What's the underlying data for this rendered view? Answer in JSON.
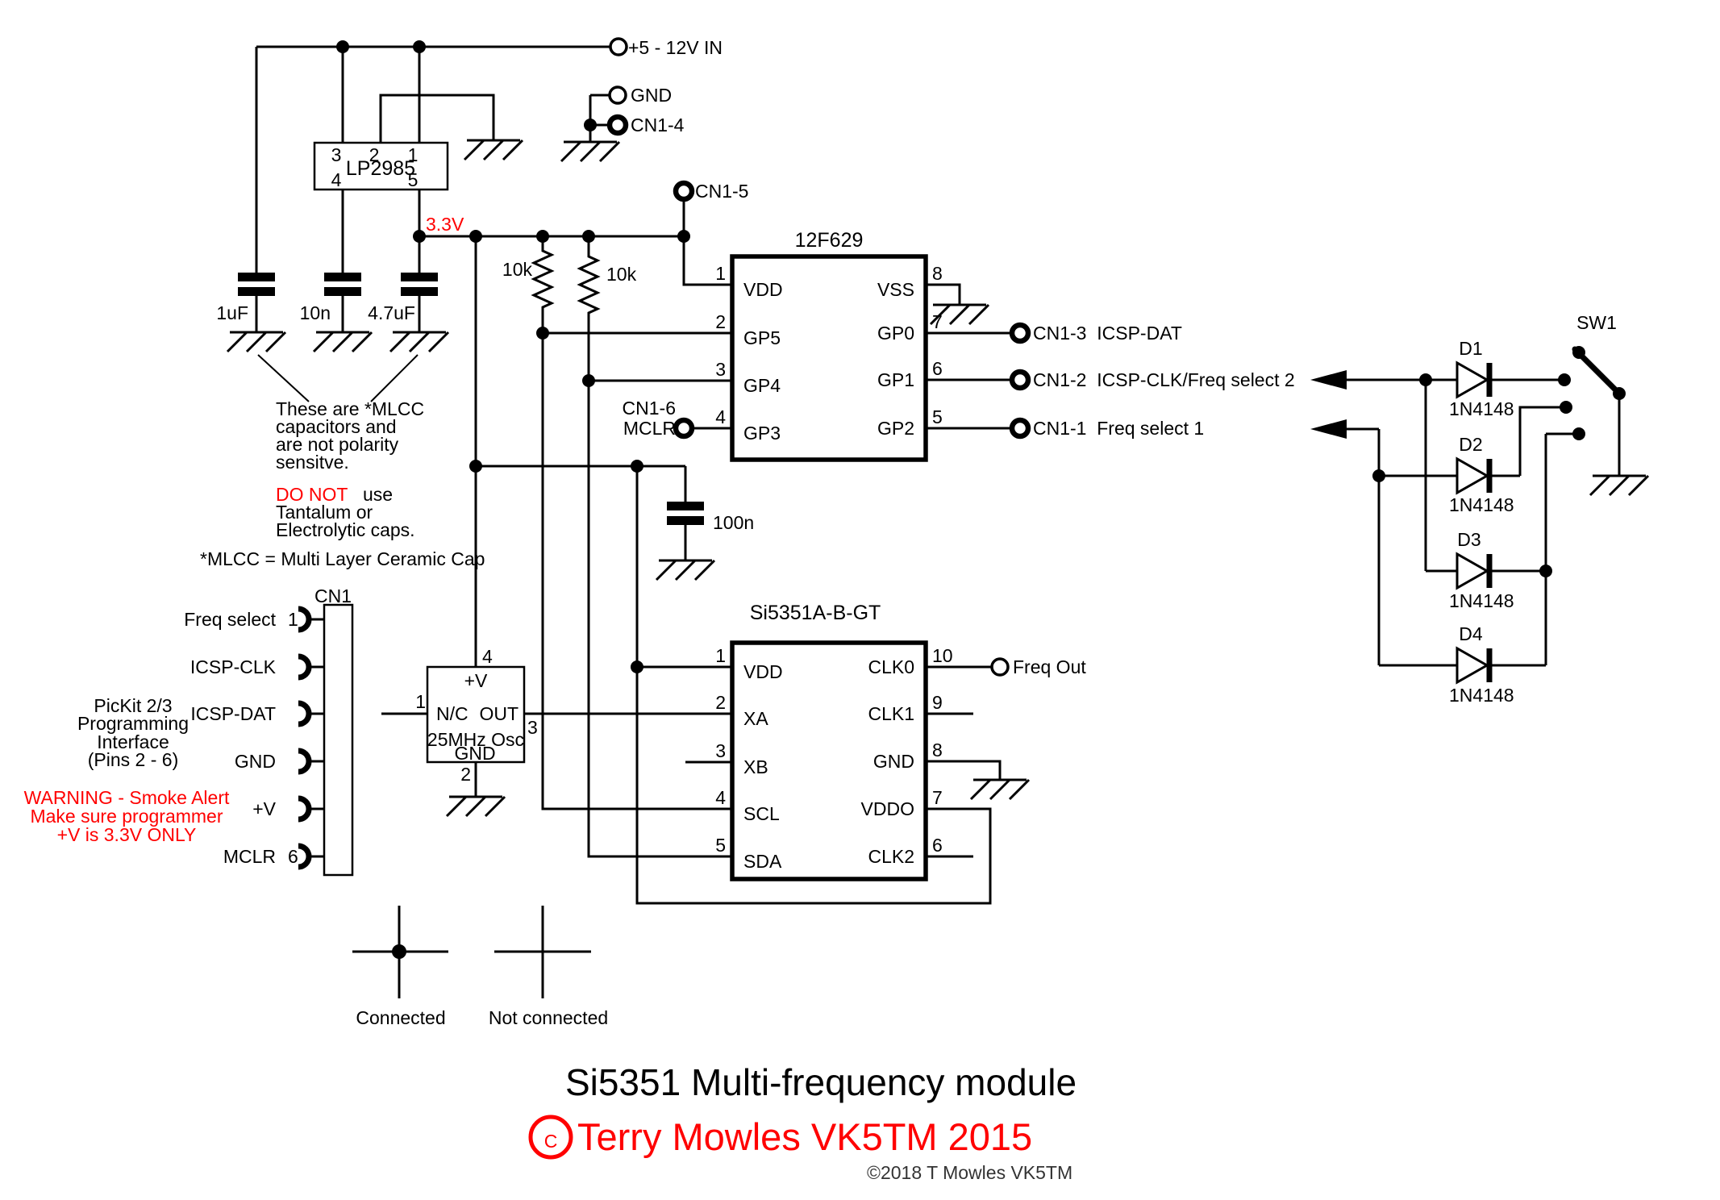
{
  "colors": {
    "wire": "#000000",
    "red": "#ff0000",
    "watermark_gray": "#c0c0c0",
    "background": "#ffffff"
  },
  "power": {
    "vin": "+5 - 12V IN",
    "gnd": "GND",
    "cn1_4": "CN1-4",
    "cn1_5": "CN1-5",
    "rail": "3.3V",
    "cap_in": "1uF",
    "cap_bypass": "10n",
    "cap_out": "4.7uF",
    "cap_decouple": "100n",
    "regulator": {
      "name": "LP2985",
      "pins_top": [
        "3",
        "2",
        "1"
      ],
      "pins_bottom": [
        "4",
        "5"
      ]
    },
    "r1": "10k",
    "r2": "10k"
  },
  "mcu": {
    "name": "12F629",
    "left": [
      {
        "n": "1",
        "l": "VDD"
      },
      {
        "n": "2",
        "l": "GP5"
      },
      {
        "n": "3",
        "l": "GP4"
      },
      {
        "n": "4",
        "l": "GP3"
      }
    ],
    "right": [
      {
        "n": "8",
        "l": "VSS"
      },
      {
        "n": "7",
        "l": "GP0"
      },
      {
        "n": "6",
        "l": "GP1"
      },
      {
        "n": "5",
        "l": "GP2"
      }
    ],
    "mclr": {
      "l1": "CN1-6",
      "l2": "MCLR"
    },
    "t_gp0": "CN1-3  ICSP-DAT",
    "t_gp1": "CN1-2  ICSP-CLK/Freq select 2",
    "t_gp2": "CN1-1  Freq select 1"
  },
  "osc": {
    "p4": "4",
    "p4l": "+V",
    "p1": "1",
    "p1l": "N/C",
    "p3": "3",
    "p3l": "OUT",
    "name": "25MHz Osc",
    "gndl": "GND",
    "p2": "2"
  },
  "synth": {
    "name": "Si5351A-B-GT",
    "left": [
      {
        "n": "1",
        "l": "VDD"
      },
      {
        "n": "2",
        "l": "XA"
      },
      {
        "n": "3",
        "l": "XB"
      },
      {
        "n": "4",
        "l": "SCL"
      },
      {
        "n": "5",
        "l": "SDA"
      }
    ],
    "right": [
      {
        "n": "10",
        "l": "CLK0"
      },
      {
        "n": "9",
        "l": "CLK1"
      },
      {
        "n": "8",
        "l": "GND"
      },
      {
        "n": "7",
        "l": "VDDO"
      },
      {
        "n": "6",
        "l": "CLK2"
      }
    ],
    "freq_out": "Freq Out"
  },
  "cn1": {
    "name": "CN1",
    "pins": [
      {
        "label": "Freq select",
        "num": "1"
      },
      {
        "label": "ICSP-CLK",
        "num": ""
      },
      {
        "label": "ICSP-DAT",
        "num": ""
      },
      {
        "label": "GND",
        "num": ""
      },
      {
        "label": "+V",
        "num": ""
      },
      {
        "label": "MCLR",
        "num": "6"
      }
    ]
  },
  "notes": {
    "pickit": [
      "PicKit 2/3",
      "Programming",
      "Interface",
      "(Pins 2 - 6)"
    ],
    "warning": [
      "WARNING - Smoke Alert",
      "Make sure programmer",
      "+V is 3.3V ONLY"
    ],
    "mlcc": [
      "These are *MLCC",
      "capacitors and",
      "are not polarity",
      "sensitve."
    ],
    "donot_red": "DO NOT",
    "donot_black": "use",
    "mlcc2": [
      "Tantalum or",
      "Electrolytic caps."
    ],
    "footnote": "*MLCC = Multi Layer Ceramic Cap"
  },
  "legend": {
    "connected": "Connected",
    "not_connected": "Not connected"
  },
  "sw": {
    "name": "SW1"
  },
  "diodes": [
    {
      "name": "D1",
      "part": "1N4148"
    },
    {
      "name": "D2",
      "part": "1N4148"
    },
    {
      "name": "D3",
      "part": "1N4148"
    },
    {
      "name": "D4",
      "part": "1N4148"
    }
  ],
  "footer": {
    "title": "Si5351 Multi-frequency module",
    "c": "C",
    "copyright": "Terry Mowles VK5TM 2015",
    "watermark": "©2018 T Mowles VK5TM"
  }
}
